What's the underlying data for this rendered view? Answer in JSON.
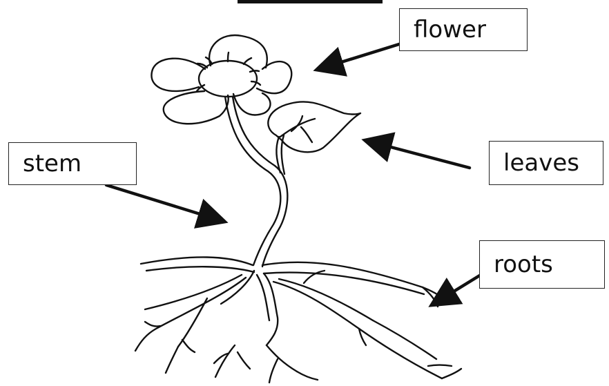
{
  "diagram": {
    "labels": {
      "flower": "flower",
      "leaves": "leaves",
      "stem": "stem",
      "roots": "roots"
    }
  },
  "colors": {
    "ink": "#111111",
    "background": "#ffffff"
  }
}
